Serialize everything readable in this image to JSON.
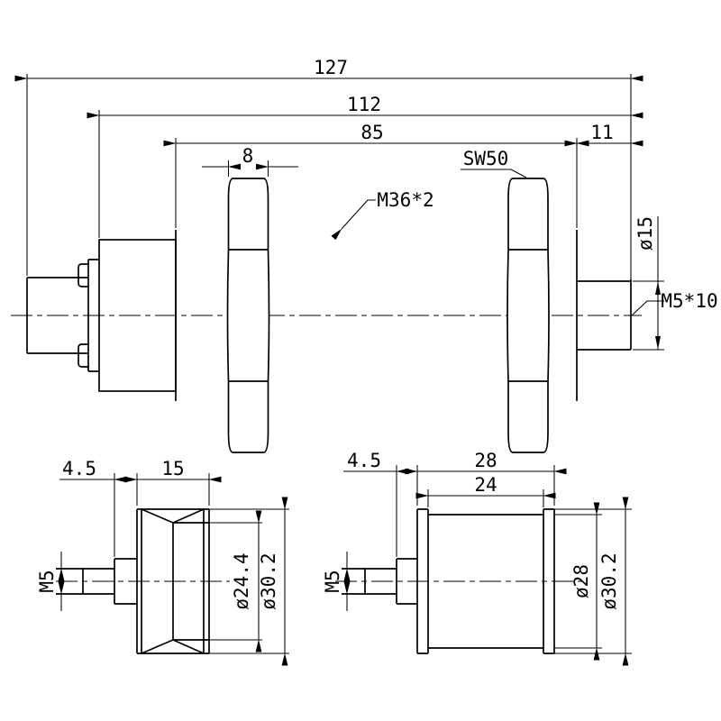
{
  "main_view": {
    "dim_overall": "127",
    "dim_body": "112",
    "dim_thread_len": "85",
    "dim_stub_len": "11",
    "dim_nut_width": "8",
    "label_wrench": "SW50",
    "label_thread": "M36*2",
    "label_stub_dia": "ø15",
    "label_end_thread": "M5*10"
  },
  "left_view": {
    "dim_boss": "4.5",
    "dim_width": "15",
    "label_thread": "M5",
    "dim_groove_dia": "ø24.4",
    "dim_outer_dia": "ø30.2"
  },
  "right_view": {
    "dim_boss": "4.5",
    "dim_outer_width": "28",
    "dim_body_width": "24",
    "label_thread": "M5",
    "dim_body_dia": "ø28",
    "dim_outer_dia": "ø30.2"
  },
  "colors": {
    "line": "#000000",
    "background": "#ffffff"
  }
}
